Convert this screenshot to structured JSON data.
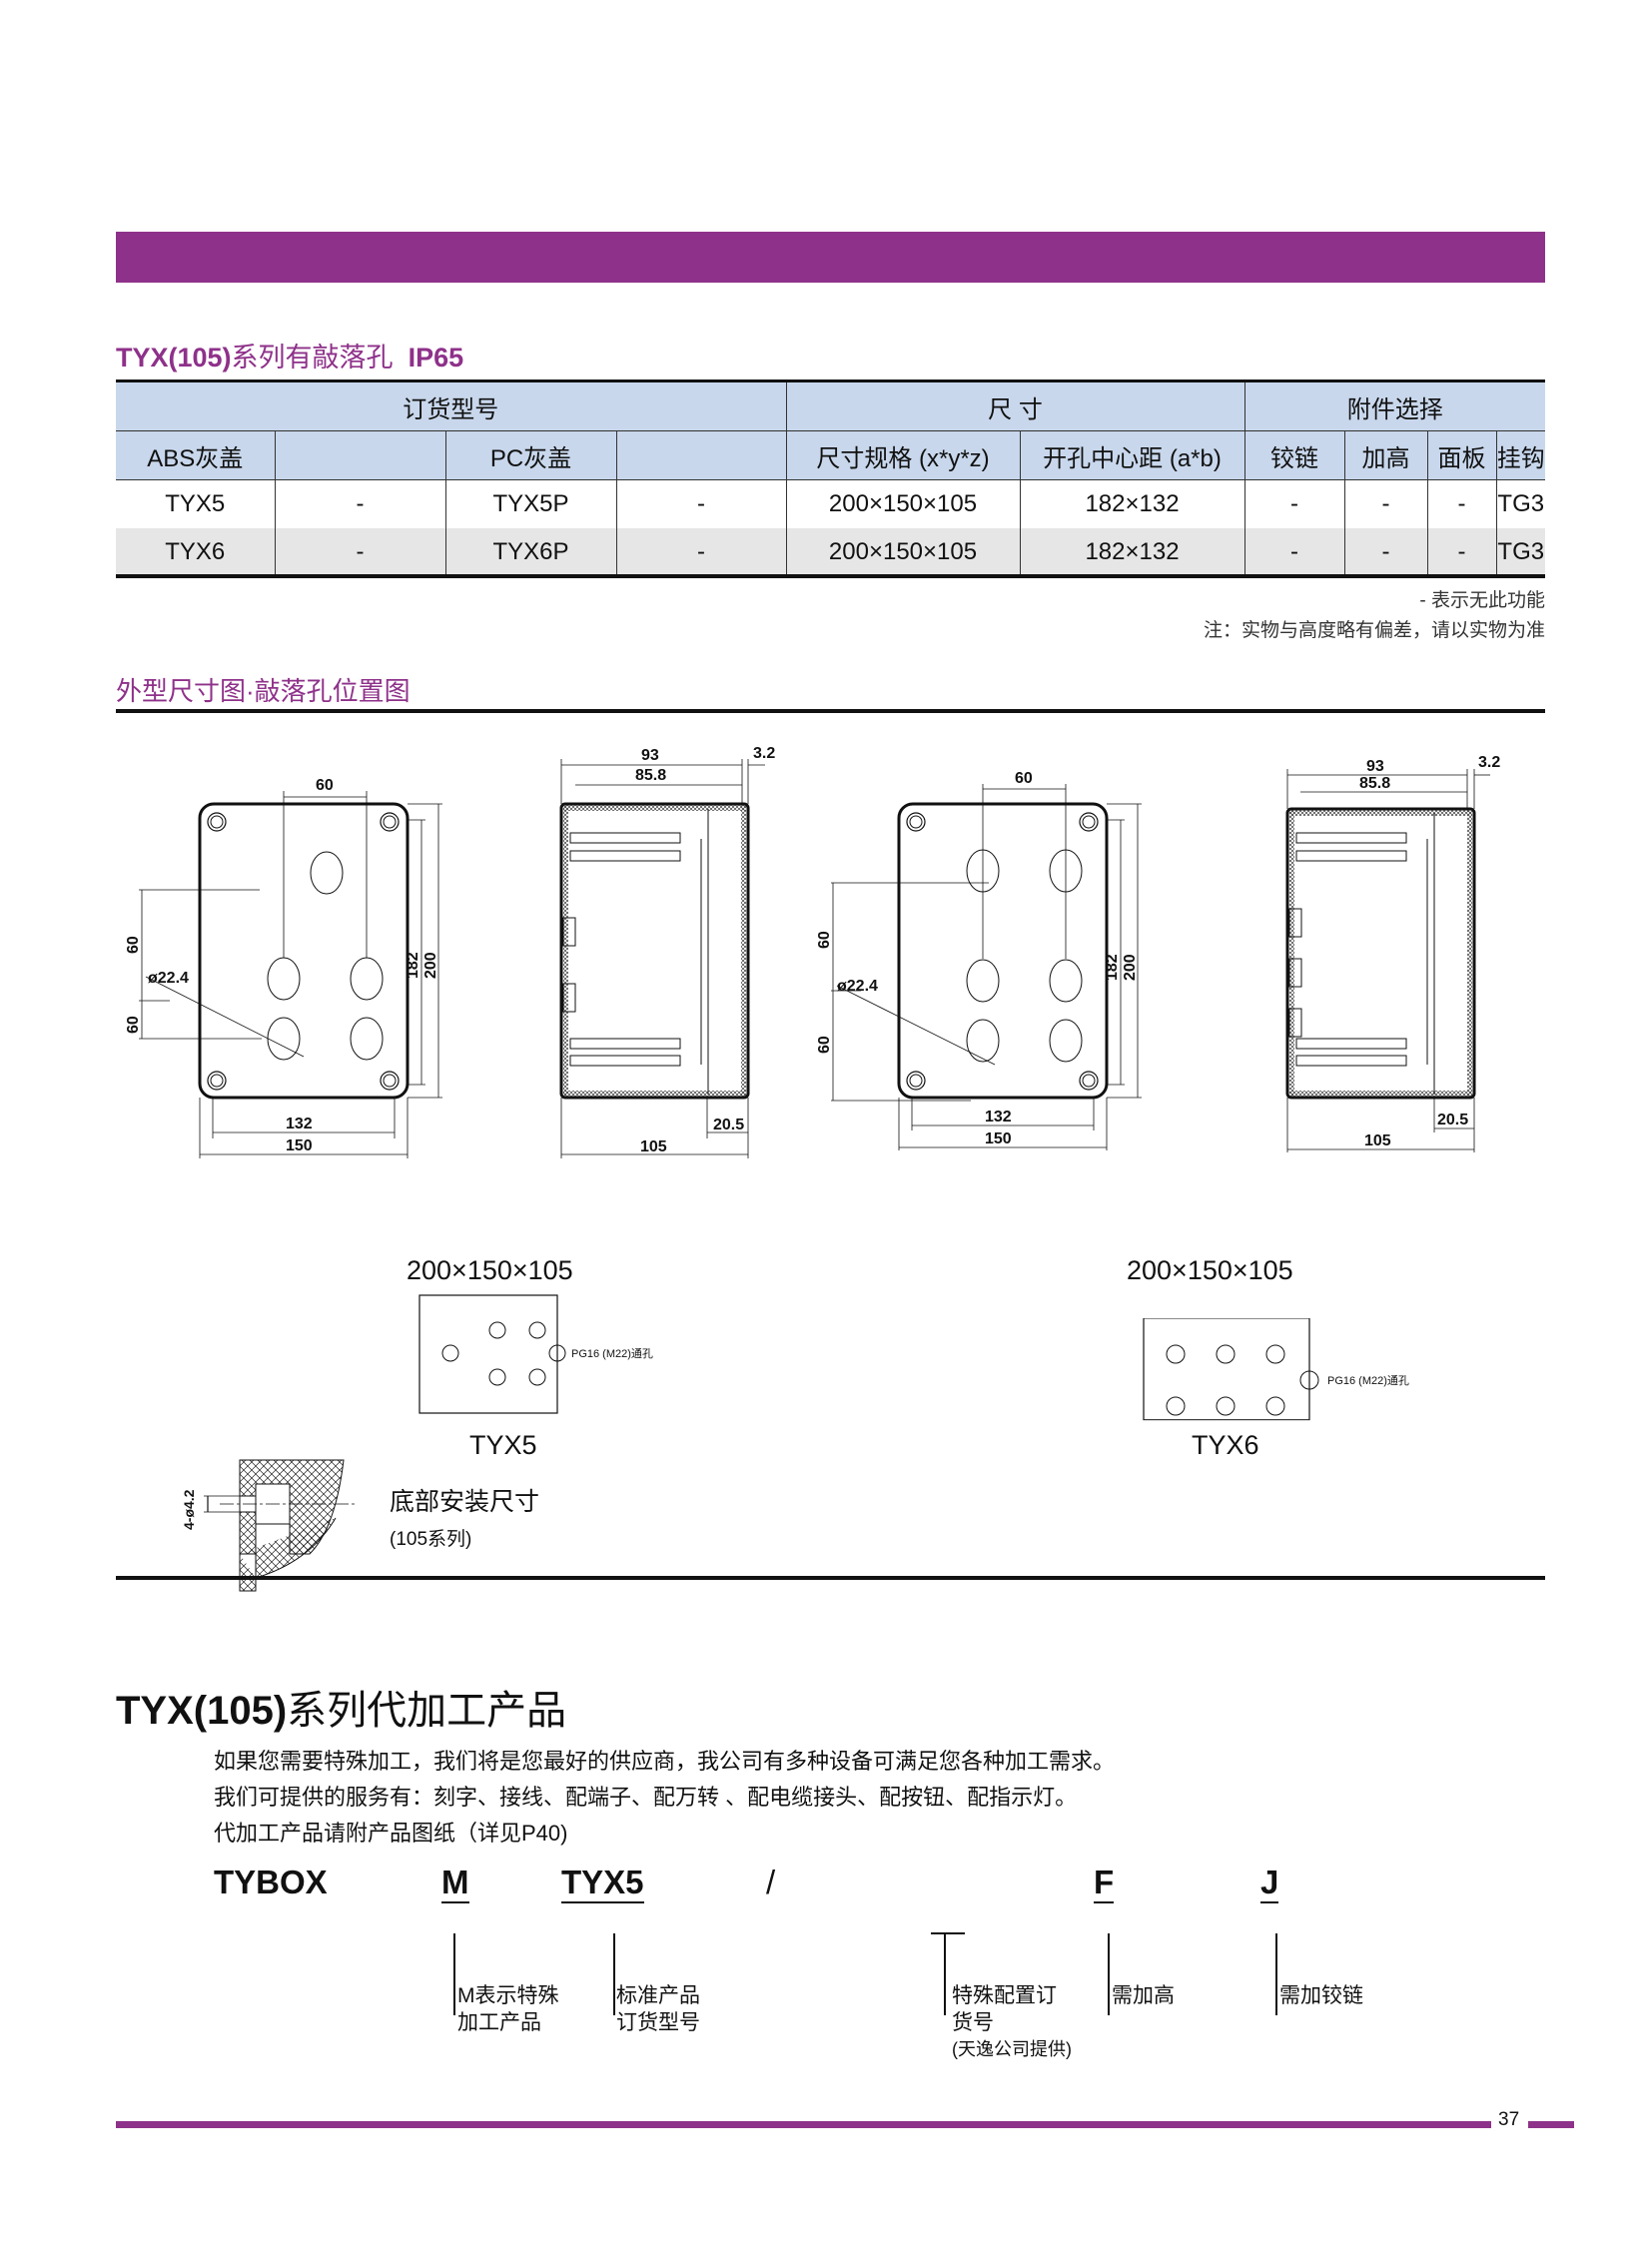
{
  "colors": {
    "accent": "#8e318a",
    "table_header_bg": "#c8d7ec",
    "table_alt_row_bg": "#e6e6e6"
  },
  "subtitle": {
    "prefix": "TYX(105)",
    "text": "系列有敲落孔",
    "rating": "IP65"
  },
  "table": {
    "group_headers": [
      "订货型号",
      "尺 寸",
      "附件选择"
    ],
    "columns": [
      "ABS灰盖",
      "",
      "PC灰盖",
      "",
      "尺寸规格 (x*y*z)",
      "开孔中心距 (a*b)",
      "铰链",
      "加高",
      "面板",
      "挂钩"
    ],
    "rows": [
      [
        "TYX5",
        "-",
        "TYX5P",
        "-",
        "200×150×105",
        "182×132",
        "-",
        "-",
        "-",
        "TG3"
      ],
      [
        "TYX6",
        "-",
        "TYX6P",
        "-",
        "200×150×105",
        "182×132",
        "-",
        "-",
        "-",
        "TG3"
      ]
    ]
  },
  "notes": [
    "- 表示无此功能",
    "注：实物与高度略有偏差，请以实物为准"
  ],
  "drawing_section": {
    "title": "外型尺寸图·敲落孔位置图",
    "dims": {
      "hole_spacing_h": "60",
      "hole_spacing_v1": "60",
      "hole_spacing_v2": "60",
      "hole_dia": "ø22.4",
      "mount_h": "182",
      "height": "200",
      "mount_w": "132",
      "width": "150",
      "side_93": "93",
      "side_85_8": "85.8",
      "side_3_2": "3.2",
      "side_20_5": "20.5",
      "depth": "105"
    },
    "layouts": [
      {
        "size": "200×150×105",
        "model": "TYX5",
        "gland_label": "PG16 (M22)通孔"
      },
      {
        "size": "200×150×105",
        "model": "TYX6",
        "gland_label": "PG16 (M22)通孔"
      }
    ],
    "mount_detail": {
      "dim": "4-ø4.2",
      "title": "底部安装尺寸",
      "subtitle": "(105系列)"
    }
  },
  "oem_section": {
    "title_prefix": "TYX(105)",
    "title_text": "系列代加工产品",
    "paragraphs": [
      "如果您需要特殊加工，我们将是您最好的供应商，我公司有多种设备可满足您各种加工需求。",
      "我们可提供的服务有：刻字、接线、配端子、配万转 、配电缆接头、配按钮、配指示灯。",
      "代加工产品请附产品图纸（详见P40)"
    ],
    "code": {
      "parts": [
        "TYBOX",
        "M",
        "TYX5",
        "/",
        "F",
        "J"
      ],
      "descriptions": {
        "M": [
          "M表示特殊",
          "加工产品"
        ],
        "TYX5": [
          "标准产品",
          "订货型号"
        ],
        "special": [
          "特殊配置订",
          "货号",
          "(天逸公司提供)"
        ],
        "F": [
          "需加高"
        ],
        "J": [
          "需加铰链"
        ]
      }
    }
  },
  "footer": {
    "page_number": "37"
  }
}
